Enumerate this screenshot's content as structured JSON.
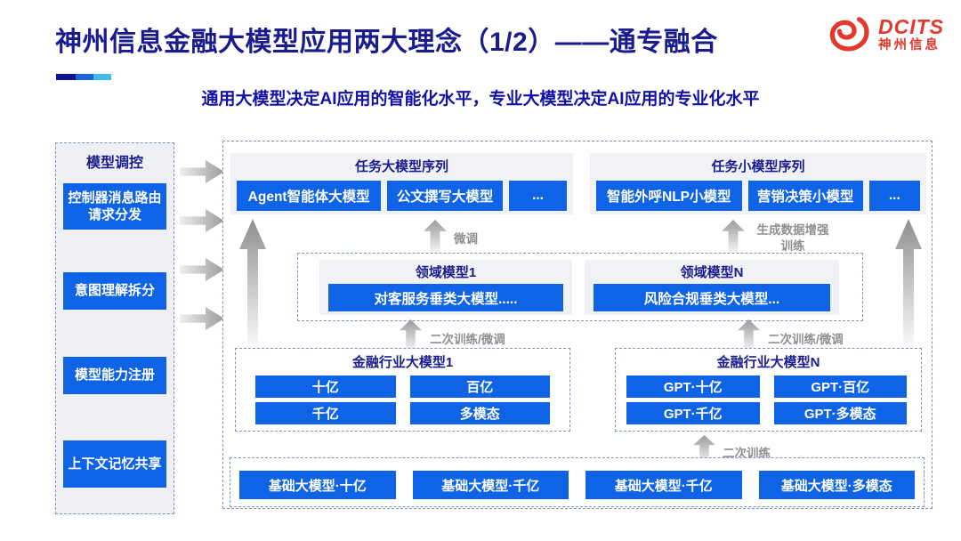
{
  "slide": {
    "title": "神州信息金融大模型应用两大理念（1/2）——通专融合",
    "subtitle": "通用大模型决定AI应用的智能化水平，专业大模型决定AI应用的专业化水平"
  },
  "logo": {
    "name": "DCITS",
    "cn_name": "神州信息",
    "color": "#E2382D"
  },
  "sidebar": {
    "title": "模型调控",
    "items": [
      "控制器消息路由请求分发",
      "意图理解拆分",
      "模型能力注册",
      "上下文记忆共享"
    ]
  },
  "diagram": {
    "task_large": {
      "title": "任务大模型序列",
      "items": [
        "Agent智能体大模型",
        "公文撰写大模型",
        "..."
      ]
    },
    "task_small": {
      "title": "任务小模型序列",
      "items": [
        "智能外呼NLP小模型",
        "营销决策小模型",
        "..."
      ]
    },
    "domain_models": {
      "model1": {
        "title": "领域模型1",
        "item": "对客服务垂类大模型....."
      },
      "modelN": {
        "title": "领域模型N",
        "item": "风险合规垂类大模型..."
      }
    },
    "industry1": {
      "title": "金融行业大模型1",
      "items": [
        "十亿",
        "百亿",
        "千亿",
        "多模态"
      ]
    },
    "industryN": {
      "title": "金融行业大模型N",
      "items": [
        "GPT·十亿",
        "GPT·百亿",
        "GPT·千亿",
        "GPT·多模态"
      ]
    },
    "base_models": [
      "基础大模型·十亿",
      "基础大模型·千亿",
      "基础大模型·千亿",
      "基础大模型·多模态"
    ],
    "arrow_labels": {
      "fine_tune": "微调",
      "gen_data_train": "生成数据增强训练",
      "retrain_ft_left": "二次训练/微调",
      "retrain_ft_right": "二次训练/微调",
      "retrain": "二次训练"
    }
  },
  "colors": {
    "accent_blue": "#0F63E6",
    "navy_text": "#1A1C8E",
    "subtitle_blue": "#1412A6",
    "logo_red": "#E2382D",
    "panel_gray": "#F1F2F5",
    "dashed_border": "#7F93C2",
    "arrow_gray": "#9B9B9B"
  }
}
